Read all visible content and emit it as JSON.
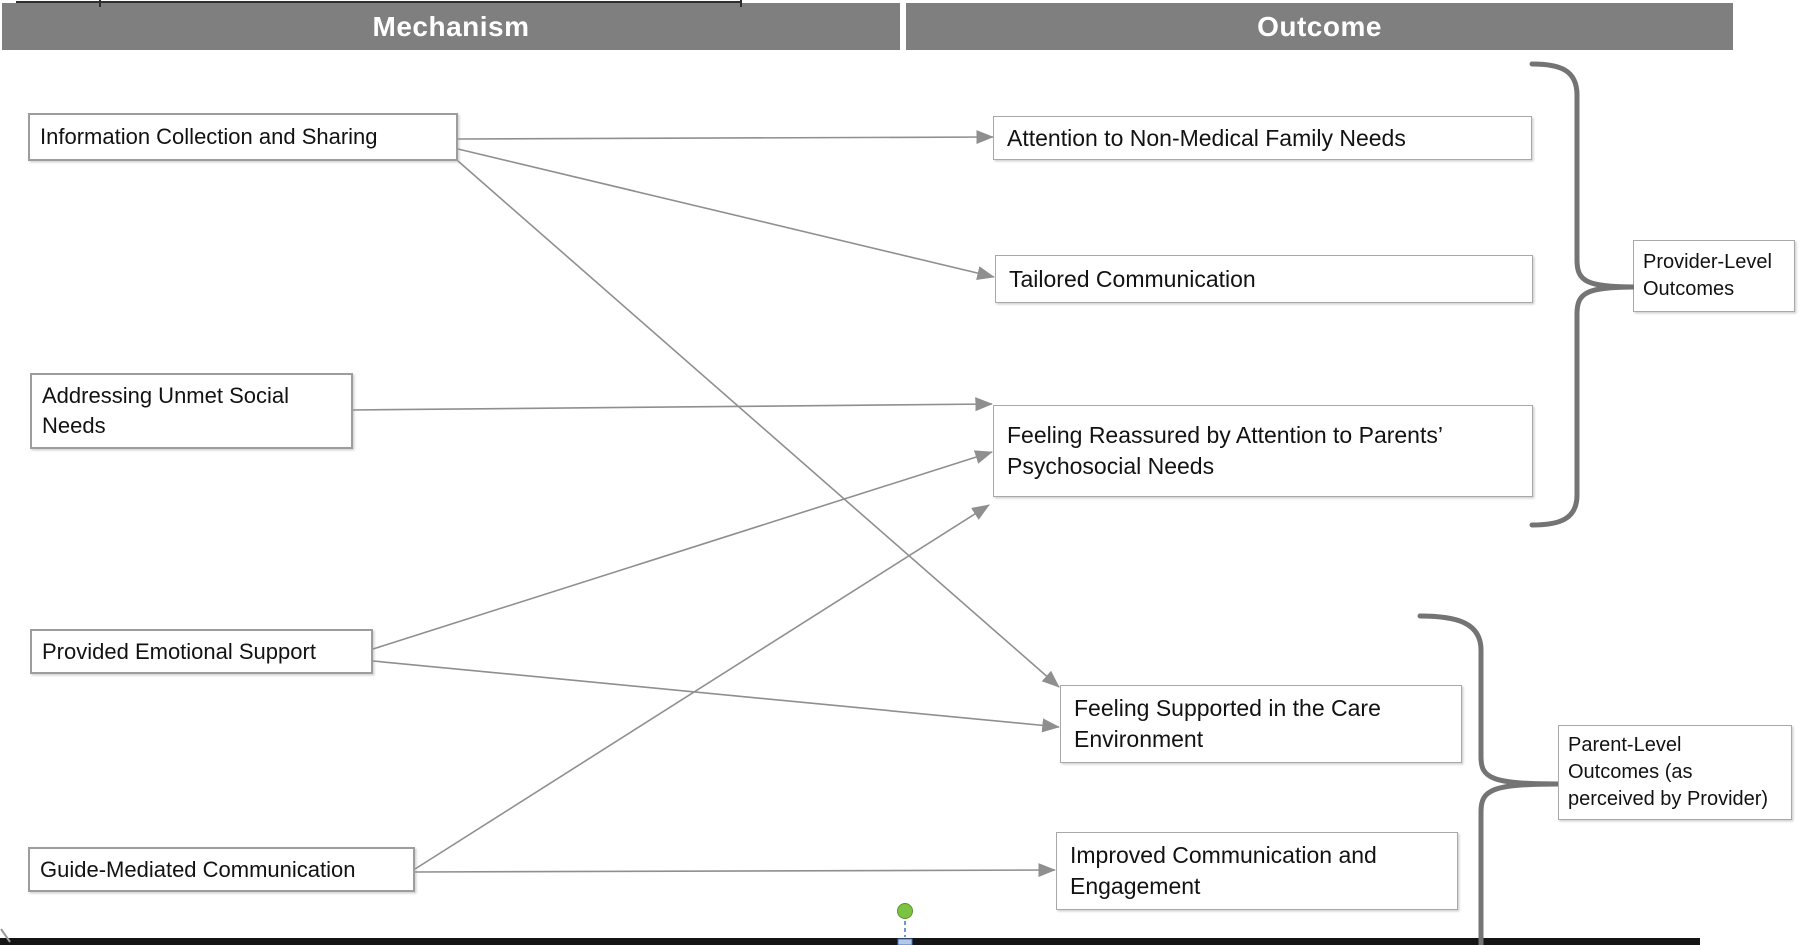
{
  "header": {
    "mechanism_label": "Mechanism",
    "outcome_label": "Outcome"
  },
  "mechanisms": [
    {
      "id": "information-collection-and-sharing",
      "lines": [
        "Information Collection and Sharing"
      ]
    },
    {
      "id": "addressing-unmet-social-needs",
      "lines": [
        "Addressing Unmet Social",
        "Needs"
      ]
    },
    {
      "id": "provided-emotional-support",
      "lines": [
        "Provided Emotional Support"
      ]
    },
    {
      "id": "guide-mediated-communication",
      "lines": [
        "Guide-Mediated Communication"
      ]
    }
  ],
  "outcomes": [
    {
      "id": "attention-to-non-medical-family-needs",
      "lines": [
        "Attention to Non-Medical Family Needs"
      ]
    },
    {
      "id": "tailored-communication",
      "lines": [
        "Tailored Communication"
      ]
    },
    {
      "id": "feeling-reassured",
      "lines": [
        "Feeling Reassured by Attention to Parents’",
        "Psychosocial Needs"
      ]
    },
    {
      "id": "feeling-supported",
      "lines": [
        "Feeling Supported in the Care",
        "Environment"
      ]
    },
    {
      "id": "improved-communication-engagement",
      "lines": [
        "Improved Communication and",
        "Engagement"
      ]
    }
  ],
  "group_labels": {
    "provider": {
      "lines": [
        "Provider-Level",
        "Outcomes"
      ]
    },
    "parent": {
      "lines": [
        "Parent-Level",
        "Outcomes (as",
        "perceived by Provider)"
      ]
    }
  },
  "groups": {
    "provider_level": [
      "Attention to Non-Medical Family Needs",
      "Tailored Communication",
      "Feeling Reassured by Attention to Parents’ Psychosocial Needs"
    ],
    "parent_level": [
      "Feeling Supported in the Care Environment",
      "Improved Communication and Engagement"
    ]
  },
  "connections": [
    {
      "from": "Information Collection and Sharing",
      "to": "Attention to Non-Medical Family Needs"
    },
    {
      "from": "Information Collection and Sharing",
      "to": "Tailored Communication"
    },
    {
      "from": "Information Collection and Sharing",
      "to": "Feeling Supported in the Care Environment"
    },
    {
      "from": "Addressing Unmet Social Needs",
      "to": "Feeling Reassured by Attention to Parents’ Psychosocial Needs"
    },
    {
      "from": "Provided Emotional Support",
      "to": "Feeling Reassured by Attention to Parents’ Psychosocial Needs"
    },
    {
      "from": "Provided Emotional Support",
      "to": "Feeling Supported in the Care Environment"
    },
    {
      "from": "Guide-Mediated Communication",
      "to": "Feeling Reassured by Attention to Parents’ Psychosocial Needs"
    },
    {
      "from": "Guide-Mediated Communication",
      "to": "Improved Communication and Engagement"
    }
  ],
  "colors": {
    "header_bg": "#7f7f7f",
    "header_text": "#ffffff",
    "box_border": "#9d9d9d",
    "arrow": "#8f8f8f",
    "brace": "#747474",
    "handle_green": "#7cc342",
    "guide_blue": "#4472c4",
    "bottom_bar": "#151515"
  }
}
